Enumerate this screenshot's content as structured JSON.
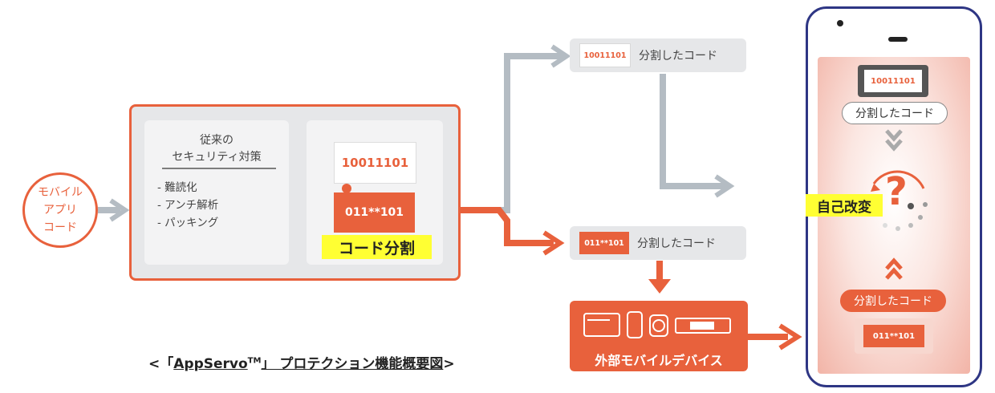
{
  "source": {
    "label": "モバイル\nアプリ\nコード"
  },
  "conventional": {
    "title_line1": "従来の",
    "title_line2": "セキュリティ対策",
    "items": [
      "- 難読化",
      "- アンチ解析",
      "- パッキング"
    ]
  },
  "code_split": {
    "original_code": "10011101",
    "masked_code": "011**101",
    "label": "コード分割"
  },
  "split_top": {
    "code": "10011101",
    "label": "分割したコード"
  },
  "split_bottom": {
    "code": "011**101",
    "label": "分割したコード"
  },
  "external": {
    "label": "外部モバイルデバイス"
  },
  "phone": {
    "top_code": "10011101",
    "top_label": "分割したコード",
    "question": "?",
    "self_modify": "自己改変",
    "bottom_label": "分割したコード",
    "bottom_code": "011**101"
  },
  "caption": {
    "open": "<「",
    "app": "AppServo",
    "tm": "TM",
    "rest": "」 プロテクション機能概要図",
    "close": ">"
  },
  "colors": {
    "accent": "#e8613c",
    "gray_flow": "#b4bcc3",
    "highlight": "#ffff33",
    "phone_frame": "#2e3684"
  }
}
